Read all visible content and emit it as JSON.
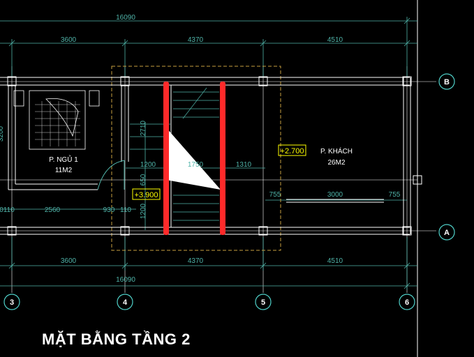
{
  "title": "MẶT BẰNG TẦNG 2",
  "grid_axes": {
    "horizontal": [
      "B",
      "A"
    ],
    "vertical": [
      "3",
      "4",
      "5",
      "6"
    ]
  },
  "dimensions": {
    "top_total": "16090",
    "top_spans": [
      "3600",
      "4370",
      "4510"
    ],
    "bottom_total": "16090",
    "bottom_spans": [
      "3600",
      "4370",
      "4510"
    ],
    "stair_mid": [
      "1200",
      "1750",
      "1310"
    ],
    "left_wall": [
      "0110",
      "2560",
      "930",
      "110"
    ],
    "right_wall": [
      "755",
      "3000",
      "755"
    ],
    "vertical": [
      "2710",
      "3200",
      "650",
      "1200"
    ]
  },
  "rooms": [
    {
      "name": "P. NGỦ 1",
      "area": "11M2"
    },
    {
      "name": "P. KHÁCH",
      "area": "26M2"
    }
  ],
  "levels": [
    "+2.700",
    "+3.900"
  ],
  "colors": {
    "background": "#000000",
    "wall": "#ffffff",
    "dimension": "#4fb3a8",
    "highlight": "#ff2a2a",
    "level": "#ffff00",
    "dashed_outline": "#c8a040"
  }
}
